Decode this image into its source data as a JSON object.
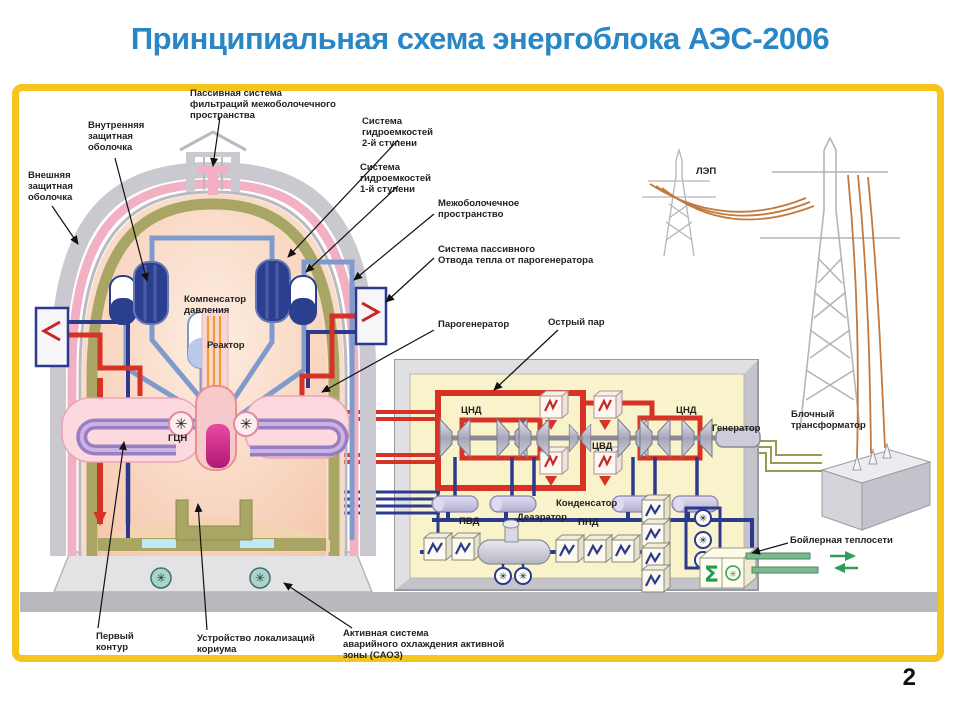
{
  "page": {
    "title": "Принципиальная схема энергоблока АЭС-2006",
    "page_number": "2"
  },
  "colors": {
    "title_blue": "#2a87c6",
    "frame_yellow": "#f6c51d",
    "pipe_red": "#d63226",
    "pipe_navy": "#2b3a8e",
    "pipe_steelblue": "#7f9bcd",
    "loop_purple": "#9a7ec2",
    "shell_olive": "#a9a565",
    "shell_pink": "#f2b0c4",
    "hall_cream": "#f9f3cb",
    "heat_green": "#2f9e57",
    "wire_orange": "#c27a3e"
  },
  "labels": {
    "passive_filter": "Пассивная система\nфильтраций межоболочечного\nпространства",
    "inner_shell": "Внутренняя\nзащитная\nоболочка",
    "outer_shell": "Внешняя\nзащитная\nоболочка",
    "hydro2": "Система\nгидроемкостей\n2-й ступени",
    "hydro1": "Система\nгидроемкостей\n1-й ступени",
    "intershell": "Межоболочечное\nпространство",
    "passive_heat": "Система пассивного\nОтвода тепла от парогенератора",
    "pressurizer": "Компенсатор\nдавления",
    "reactor": "Реактор",
    "steam_generator": "Парогенератор",
    "live_steam": "Острый пар",
    "lep": "ЛЭП",
    "gcn": "ГЦН",
    "cnd_left": "ЦНД",
    "cvd": "ЦВД",
    "cnd_right": "ЦНД",
    "generator": "Генератор",
    "block_transformer": "Блочный\nтрансформатор",
    "condenser": "Конденсатор",
    "deaerator": "Деаэратор",
    "pvd": "ПВД",
    "pnd": "ПНД",
    "boiler": "Бойлерная теплосети",
    "primary_circuit": "Первый\nконтур",
    "corium": "Устройство локализаций\nкориума",
    "saoz": "Активная система\nаварийного охлаждения активной\nзоны (САОЗ)"
  }
}
